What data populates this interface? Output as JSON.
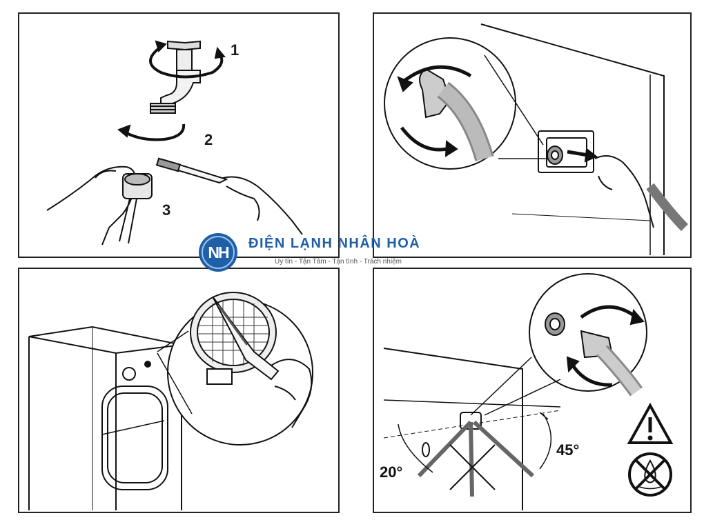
{
  "panel1": {
    "steps": [
      "1",
      "2",
      "3"
    ]
  },
  "panel4": {
    "angle_left": "20°",
    "angle_right": "45°"
  },
  "watermark": {
    "logo_text": "NH",
    "brand": "ĐIỆN LẠNH NHÂN HOÀ",
    "slogan": "Uy tín - Tận Tâm - Tận tình - Trách nhiệm",
    "brand_color": "#1f5fa8"
  },
  "icons": [
    "faucet-icon",
    "rotate-arrow-icon",
    "filter-icon",
    "toothbrush-icon",
    "hand-icon",
    "washing-machine-icon",
    "hose-icon",
    "warning-triangle-icon",
    "no-water-icon"
  ]
}
